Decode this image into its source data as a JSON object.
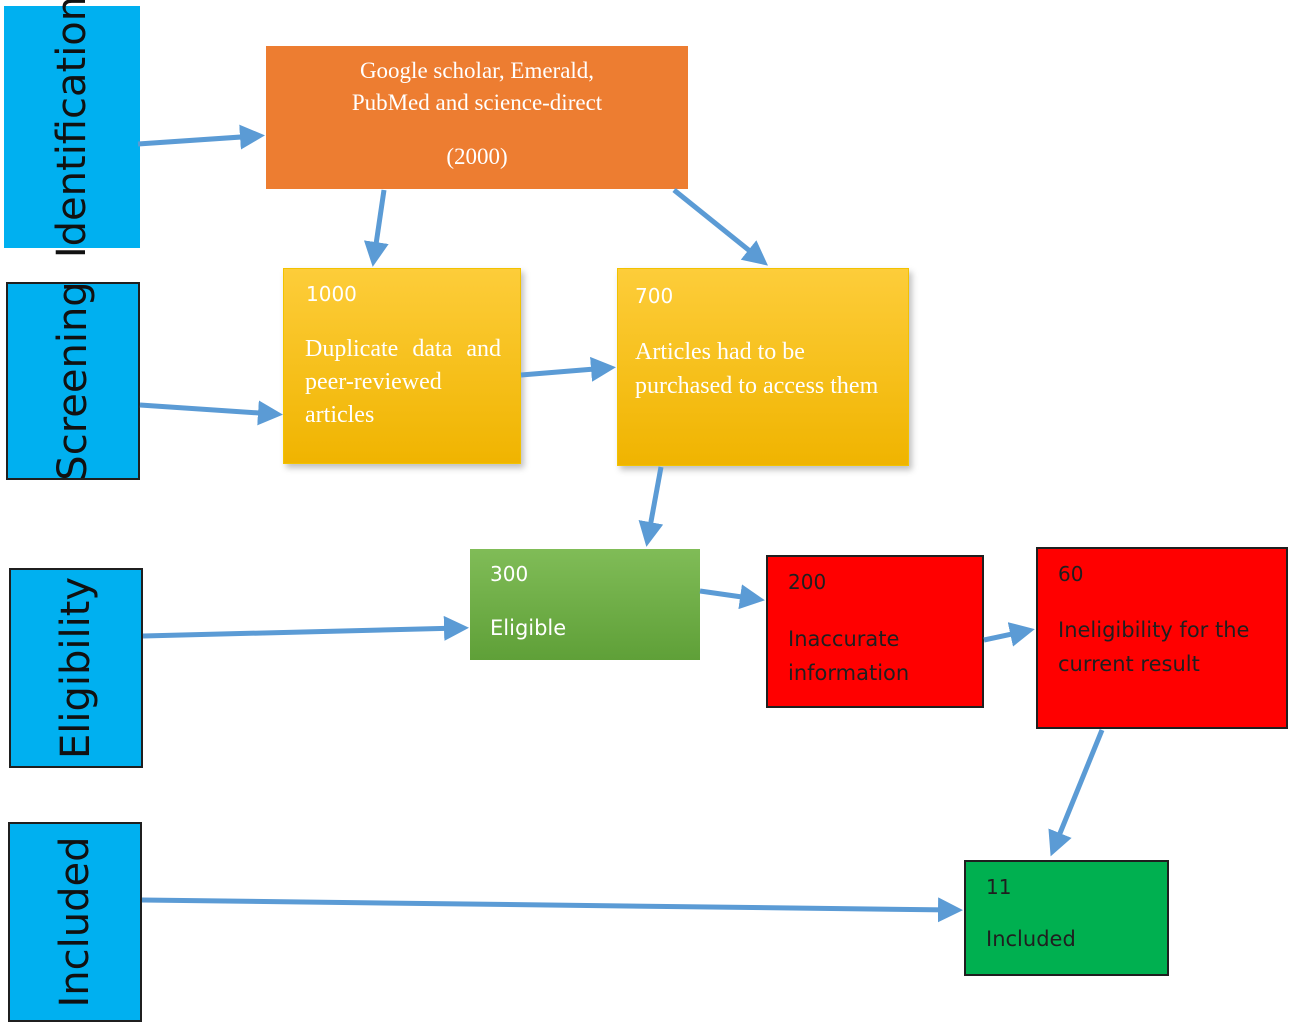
{
  "stages": {
    "identification": "Identification",
    "screening": "Screening",
    "eligibility": "Eligibility",
    "included": "Included"
  },
  "boxes": {
    "source": {
      "line1": "Google scholar, Emerald,",
      "line2": "PubMed and science-direct",
      "count": "(2000)"
    },
    "duplicate": {
      "count": "1000",
      "text": "Duplicate data and peer-reviewed articles"
    },
    "purchased": {
      "count": "700",
      "text": "Articles had to be purchased to access them"
    },
    "eligible": {
      "count": "300",
      "text": "Eligible"
    },
    "inaccurate": {
      "count": "200",
      "text": "Inaccurate information"
    },
    "ineligible": {
      "count": "60",
      "text": "Ineligibility for the current result"
    },
    "included": {
      "count": "11",
      "text": "Included"
    }
  },
  "colors": {
    "stage": "#00b0f0",
    "source": "#ed7d31",
    "screening": "#ffc000",
    "eligible": "#70ad47",
    "excluded": "#ff0000",
    "included": "#00b050",
    "arrow": "#5b9bd5"
  }
}
